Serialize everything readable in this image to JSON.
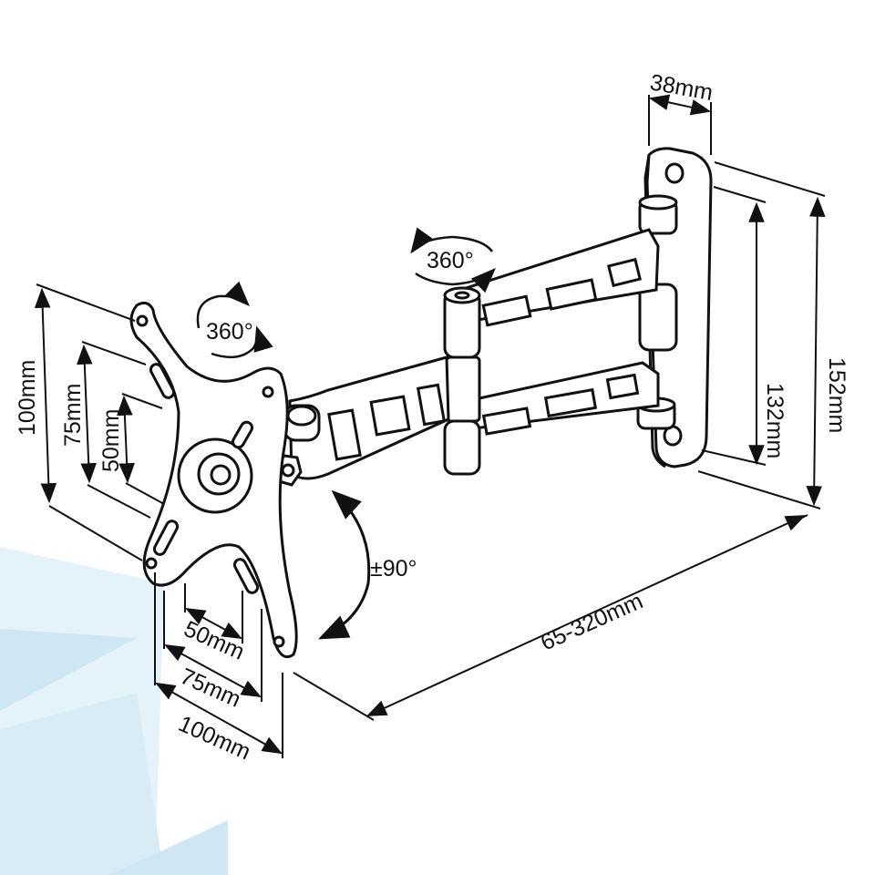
{
  "diagram": {
    "dimensions": {
      "plate_width": "38mm",
      "plate_inner_height": "132mm",
      "plate_height": "152mm",
      "extension": "65-320mm",
      "vesa_v_100": "100mm",
      "vesa_v_75": "75mm",
      "vesa_v_50": "50mm",
      "vesa_h_50": "50mm",
      "vesa_h_75": "75mm",
      "vesa_h_100": "100mm"
    },
    "rotations": {
      "arm_swivel": "360°",
      "head_rotation": "360°",
      "tilt": "±90°"
    },
    "colors": {
      "line": "#111111",
      "background": "#ffffff",
      "accent_light": "#dfeff7"
    }
  }
}
